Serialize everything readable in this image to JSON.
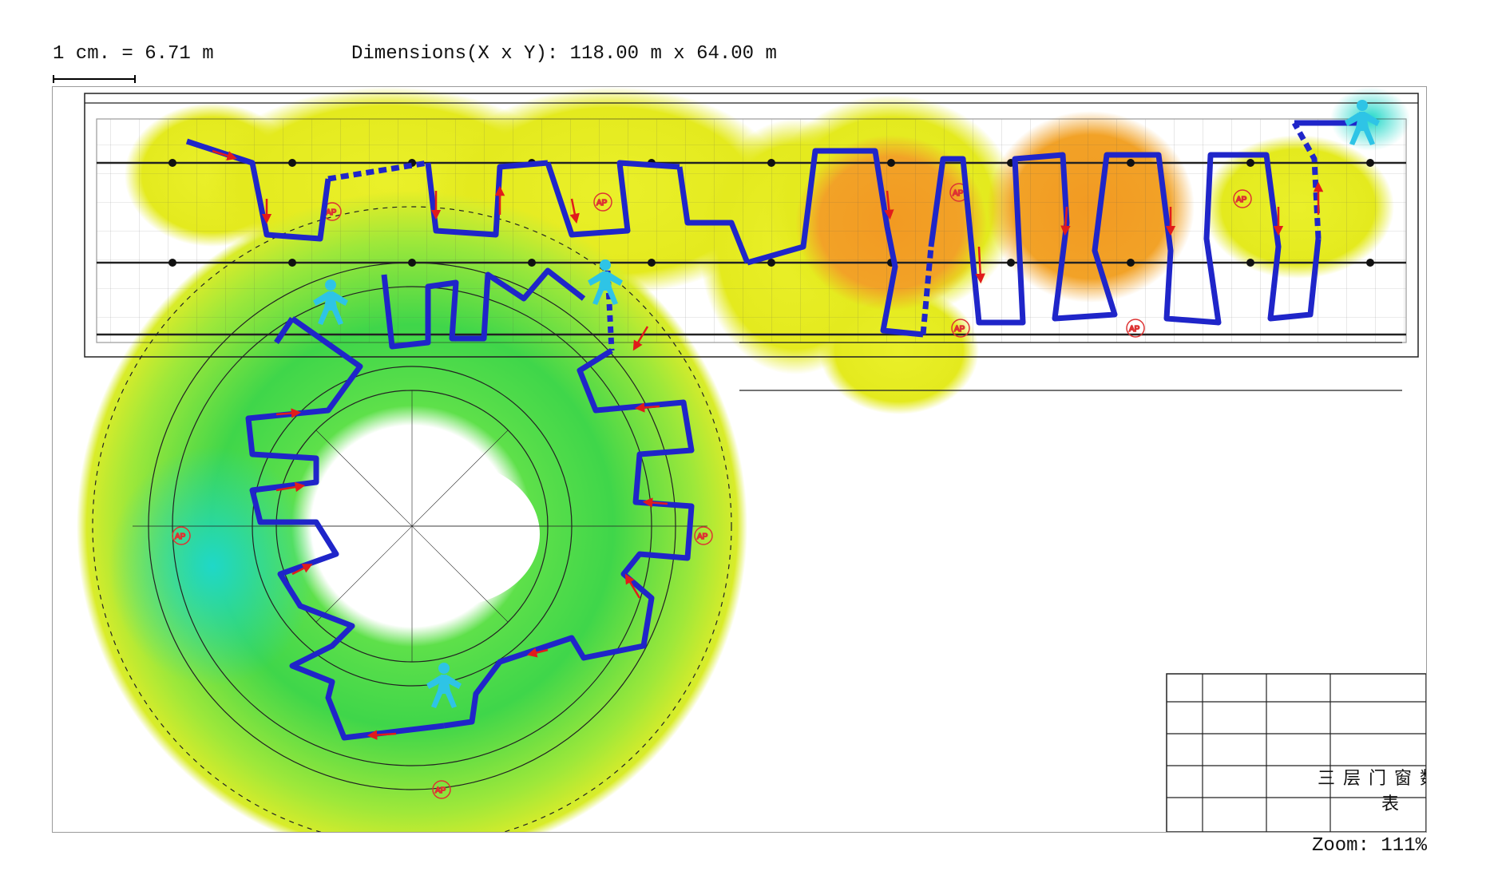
{
  "scale": {
    "label": "1 cm. = 6.71 m"
  },
  "dimensions": {
    "label": "Dimensions(X x Y): 118.00 m x 64.00 m"
  },
  "zoom": {
    "label": "Zoom: 111%"
  },
  "legend_table": {
    "title": "三层门窗数量表"
  },
  "ap_markers": {
    "label": "AP"
  },
  "colors": {
    "path_blue": "#1f25c9",
    "arrow_red": "#e11b1b",
    "heat_orange": "#f2a227",
    "heat_yellow": "#e9ea1c",
    "heat_lime": "#b5e61d",
    "heat_green": "#33d13a",
    "heat_cyan": "#1fd8c0",
    "person_cyan": "#2ec4e6"
  },
  "icons": [
    "walker-person-icon",
    "ap-marker-icon",
    "direction-arrow-icon"
  ]
}
